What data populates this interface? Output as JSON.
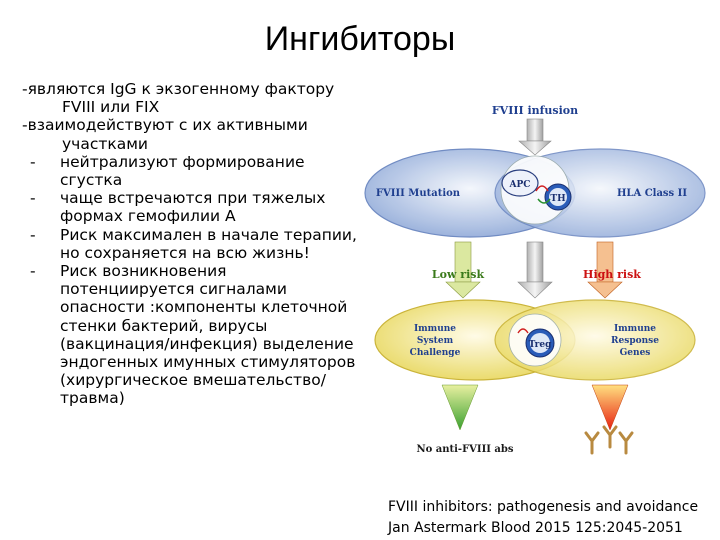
{
  "title": "Ингибиторы",
  "intro": [
    "-являются IgG к экзогенному фактору FVIII или FIX",
    "-взаимодействуют с их активными участками"
  ],
  "bullets": [
    "нейтрализуют формирование сгустка",
    " чаще встречаются при тяжелых формах гемофилии А",
    "Риск максимален в начале терапии, но сохраняется на всю жизнь!",
    "Риск возникновения потенциируется сигналами опасности :компоненты клеточной стенки бактерий, вирусы (вакцинация/инфекция) выделение эндогенных имунных стимуляторов (хирургическое вмешательство/травма)"
  ],
  "bullet_marker": "-",
  "diagram": {
    "infusion": "FVIII infusion",
    "mutation": "FVIII Mutation",
    "hla": "HLA Class II",
    "apc": "APC",
    "th": "TH",
    "low_risk": "Low risk",
    "high_risk": "High risk",
    "immune_challenge_1": "Immune",
    "immune_challenge_2": "System",
    "immune_challenge_3": "Challenge",
    "immune_response_1": "Immune",
    "immune_response_2": "Response",
    "immune_response_3": "Genes",
    "treg": "Treg",
    "no_abs": "No anti-FVIII abs",
    "colors": {
      "blue_ellipse": "#8fa9d8",
      "yellow_ellipse": "#efe27a",
      "low_risk": "#3a7a1a",
      "high_risk": "#cc1111",
      "title_blue": "#1f3f8f"
    }
  },
  "citation": {
    "line1": "FVIII inhibitors: pathogenesis and avoidance",
    "line2": "Jan Astermark Blood 2015 125:2045-2051"
  }
}
